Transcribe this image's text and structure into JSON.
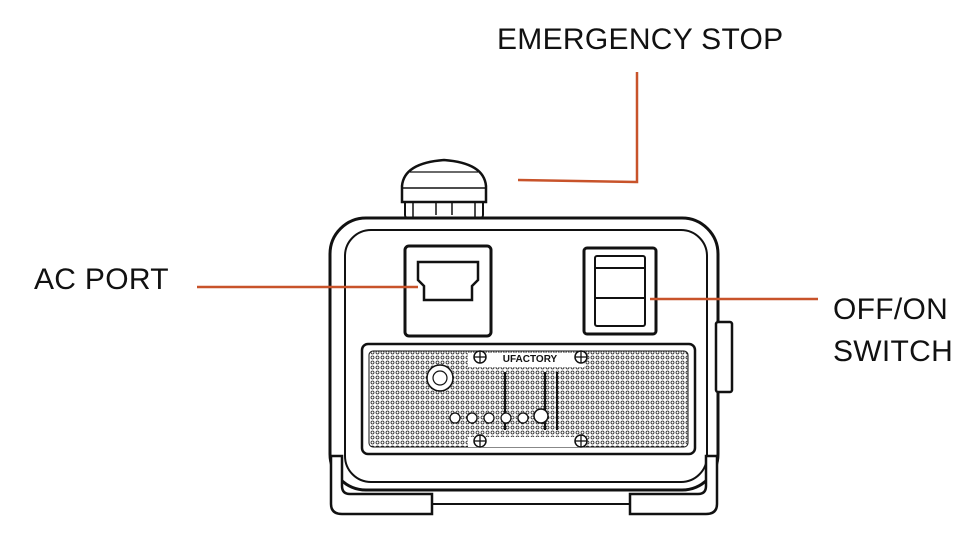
{
  "labels": {
    "emergency_stop": "EMERGENCY STOP",
    "ac_port": "AC PORT",
    "switch_line1": "OFF/ON",
    "switch_line2": "SWITCH"
  },
  "device": {
    "brand": "UFACTORY"
  },
  "colors": {
    "leader": "#c8532a",
    "outline": "#111111",
    "background": "#ffffff"
  }
}
